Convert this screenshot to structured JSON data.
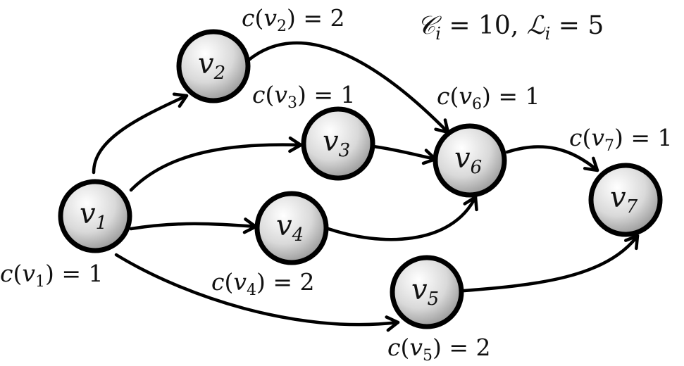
{
  "parameters": {
    "capacity_symbol": "𝒞",
    "capacity_subscript": "i",
    "capacity_value": "10",
    "latency_symbol": "ℒ",
    "latency_subscript": "i",
    "latency_value": "5"
  },
  "nodes": [
    {
      "id": "v1",
      "name": "v",
      "sub": "1",
      "cost": "1"
    },
    {
      "id": "v2",
      "name": "v",
      "sub": "2",
      "cost": "2"
    },
    {
      "id": "v3",
      "name": "v",
      "sub": "3",
      "cost": "1"
    },
    {
      "id": "v4",
      "name": "v",
      "sub": "4",
      "cost": "2"
    },
    {
      "id": "v5",
      "name": "v",
      "sub": "5",
      "cost": "2"
    },
    {
      "id": "v6",
      "name": "v",
      "sub": "6",
      "cost": "1"
    },
    {
      "id": "v7",
      "name": "v",
      "sub": "7",
      "cost": "1"
    }
  ],
  "edges": [
    {
      "from": "v1",
      "to": "v2"
    },
    {
      "from": "v1",
      "to": "v3"
    },
    {
      "from": "v1",
      "to": "v4"
    },
    {
      "from": "v1",
      "to": "v5"
    },
    {
      "from": "v2",
      "to": "v6"
    },
    {
      "from": "v3",
      "to": "v6"
    },
    {
      "from": "v4",
      "to": "v6"
    },
    {
      "from": "v6",
      "to": "v7"
    },
    {
      "from": "v5",
      "to": "v7"
    }
  ],
  "cost_function": "c",
  "colors": {
    "stroke": "#000000",
    "node_fill_light": "#ffffff",
    "node_fill_dark": "#9a9a9a"
  }
}
